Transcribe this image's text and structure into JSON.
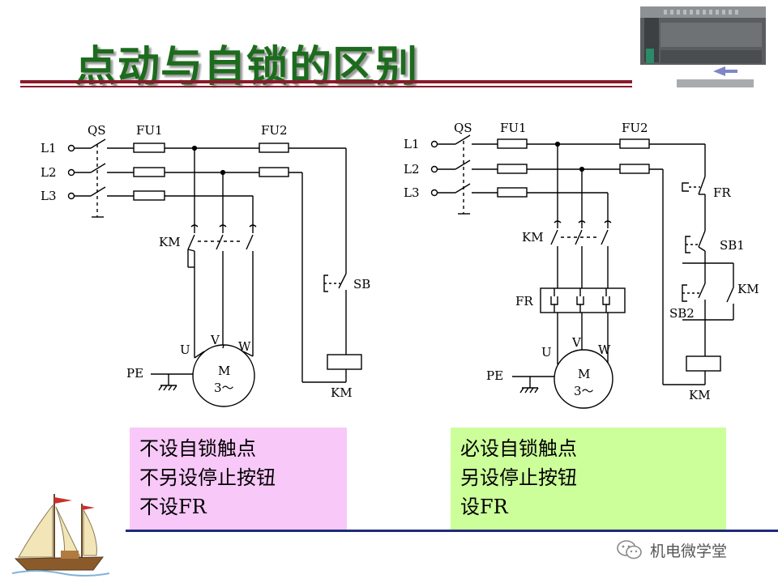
{
  "slide": {
    "title": "点动与自锁的区别"
  },
  "left_circuit": {
    "labels": {
      "l1": "L1",
      "l2": "L2",
      "l3": "L3",
      "qs": "QS",
      "fu1": "FU1",
      "fu2": "FU2",
      "km_contacts": "KM",
      "sb": "SB",
      "u": "U",
      "v": "V",
      "w": "W",
      "motor_m": "M",
      "motor_phase": "3～",
      "pe": "PE",
      "km_coil": "KM"
    }
  },
  "right_circuit": {
    "labels": {
      "l1": "L1",
      "l2": "L2",
      "l3": "L3",
      "qs": "QS",
      "fu1": "FU1",
      "fu2": "FU2",
      "fr_contact": "FR",
      "sb1": "SB1",
      "km_hold": "KM",
      "sb2": "SB2",
      "km_contacts": "KM",
      "fr_relay": "FR",
      "u": "U",
      "v": "V",
      "w": "W",
      "motor_m": "M",
      "motor_phase": "3～",
      "pe": "PE",
      "km_coil": "KM"
    }
  },
  "notes": {
    "left": [
      "不设自锁触点",
      "不另设停止按钮",
      "不设FR"
    ],
    "right": [
      "必设自锁触点",
      "另设停止按钮",
      "设FR"
    ]
  },
  "watermark": {
    "text": "机电微学堂"
  },
  "colors": {
    "title": "#1d6b1d",
    "rule": "#8b1a2a",
    "note_left_bg": "#f8c8f8",
    "note_right_bg": "#ccff99",
    "footer_line": "#1f2a7a"
  },
  "icons": {
    "plc": "plc-module-image",
    "boat": "sailboat-clipart",
    "watermark": "wechat-icon"
  }
}
